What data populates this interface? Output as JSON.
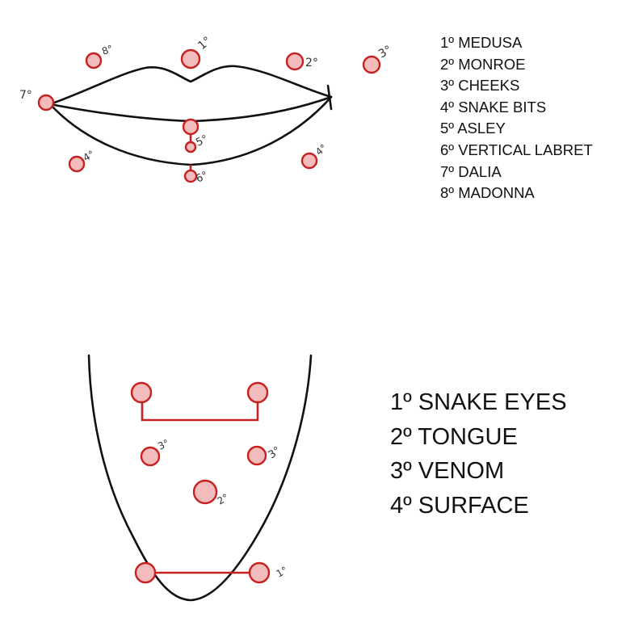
{
  "lips": {
    "legend": [
      {
        "num": "1",
        "name": "MEDUSA"
      },
      {
        "num": "2",
        "name": "MONROE"
      },
      {
        "num": "3",
        "name": "CHEEKS"
      },
      {
        "num": "4",
        "name": "SNAKE BITS"
      },
      {
        "num": "5",
        "name": "ASLEY"
      },
      {
        "num": "6",
        "name": "VERTICAL LABRET"
      },
      {
        "num": "7",
        "name": "DALIA"
      },
      {
        "num": "8",
        "name": "MADONNA"
      }
    ],
    "marker_labels": {
      "medusa": "1°",
      "monroe": "2°",
      "cheek": "3°",
      "snake_bite_left": "4°",
      "snake_bite_right": "4°",
      "ashley": "5°",
      "vertical_labret": "6°",
      "dahlia": "7°",
      "madonna": "8°"
    }
  },
  "tongue": {
    "legend": [
      {
        "num": "1",
        "name": "SNAKE EYES"
      },
      {
        "num": "2",
        "name": "TONGUE"
      },
      {
        "num": "3",
        "name": "VENOM"
      },
      {
        "num": "4",
        "name": "SURFACE"
      }
    ],
    "marker_labels": {
      "snake_eyes": "1°",
      "tongue": "2°",
      "venom_left": "3°",
      "venom_right": "3°"
    }
  },
  "colors": {
    "marker": "#c72020",
    "marker_fill": "#f3bcbc",
    "outline": "#111111",
    "text": "#111111"
  }
}
